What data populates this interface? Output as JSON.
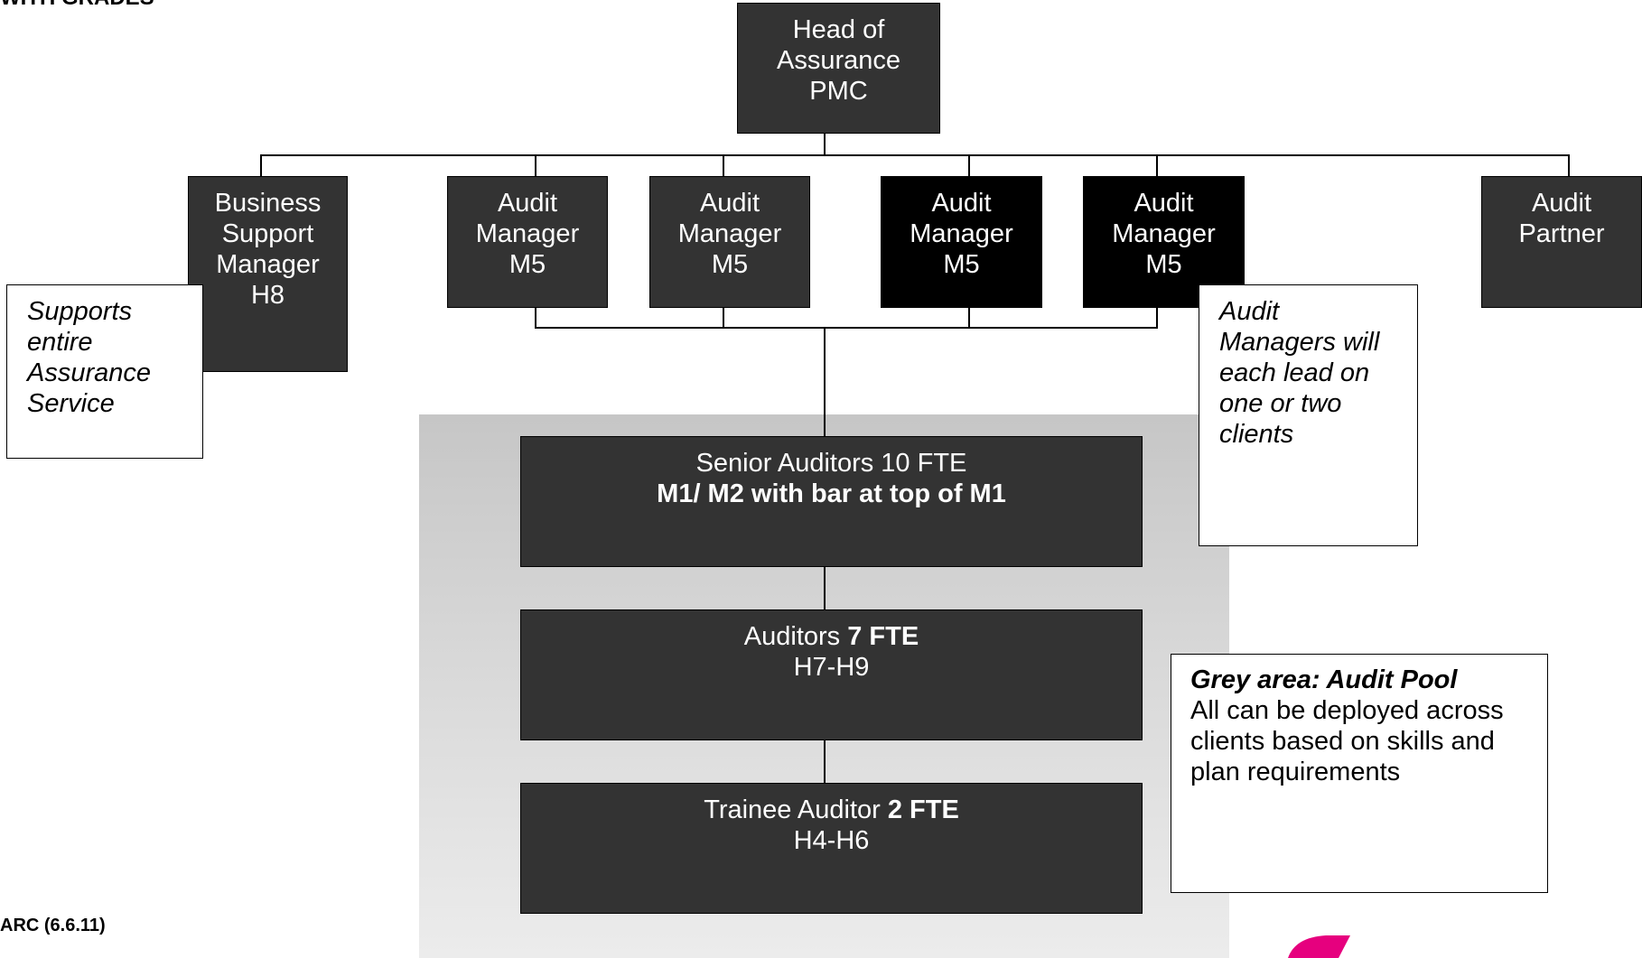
{
  "header": {
    "title_fragment": "WITH GRADES"
  },
  "footer": {
    "reference": "ARC (6.6.11)"
  },
  "head": {
    "line1": "Head of",
    "line2": "Assurance",
    "line3": "PMC"
  },
  "business_support": {
    "line1": "Business",
    "line2": "Support",
    "line3": "Manager",
    "line4": "H8"
  },
  "audit_managers": [
    {
      "line1": "Audit",
      "line2": "Manager",
      "line3": "M5"
    },
    {
      "line1": "Audit",
      "line2": "Manager",
      "line3": "M5"
    },
    {
      "line1": "Audit",
      "line2": "Manager",
      "line3": "M5"
    },
    {
      "line1": "Audit",
      "line2": "Manager",
      "line3": "M5"
    }
  ],
  "audit_partner": {
    "line1": "Audit",
    "line2": "Partner"
  },
  "senior_auditors": {
    "line1": "Senior Auditors 10 FTE",
    "line2": "M1/ M2 with bar at top of M1"
  },
  "auditors": {
    "prefix": "Auditors ",
    "fte": "7 FTE",
    "grade": "H7-H9"
  },
  "trainee": {
    "prefix": "Trainee Auditor ",
    "fte": "2 FTE",
    "grade": "H4-H6"
  },
  "notes": {
    "support": [
      "Supports",
      "entire",
      "Assurance",
      "Service"
    ],
    "managers": [
      "Audit",
      "Managers will",
      "each lead on",
      "one or two",
      "clients"
    ],
    "pool_heading": "Grey area: Audit Pool",
    "pool_body": [
      "All can be deployed across",
      "clients based on skills and",
      "plan requirements"
    ]
  },
  "colors": {
    "box": "#333333",
    "box_dark": "#000000",
    "pool_top": "#c6c6c6",
    "pool_bottom": "#ececec",
    "logo": "#e6007e"
  }
}
